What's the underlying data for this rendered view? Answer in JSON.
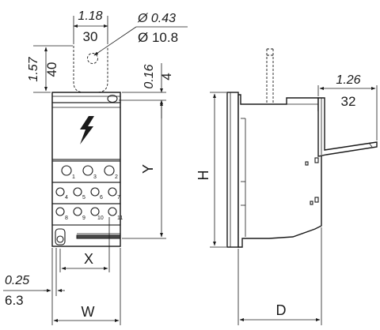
{
  "dimensions": {
    "mount_hole_spacing": {
      "inch": "1.18",
      "mm": "30"
    },
    "mount_hole_diameter": {
      "inch": "Ø 0.43",
      "mm": "Ø 10.8"
    },
    "tab_height": {
      "inch": "1.57",
      "mm": "40"
    },
    "tab_offset": {
      "inch": "0.16",
      "mm": "4"
    },
    "side_depth": {
      "inch": "1.26",
      "mm": "32"
    },
    "base_offset": {
      "inch": "0.25",
      "mm": "6.3"
    },
    "label_x": "X",
    "label_y": "Y",
    "label_h": "H",
    "label_w": "W",
    "label_d": "D"
  },
  "terminals": {
    "row1": [
      "1",
      "3",
      "2"
    ],
    "row2": [
      "4",
      "5",
      "6",
      "7"
    ],
    "row3": [
      "8",
      "9",
      "10",
      "11"
    ]
  },
  "icons": {
    "voltage": "high-voltage-icon"
  }
}
